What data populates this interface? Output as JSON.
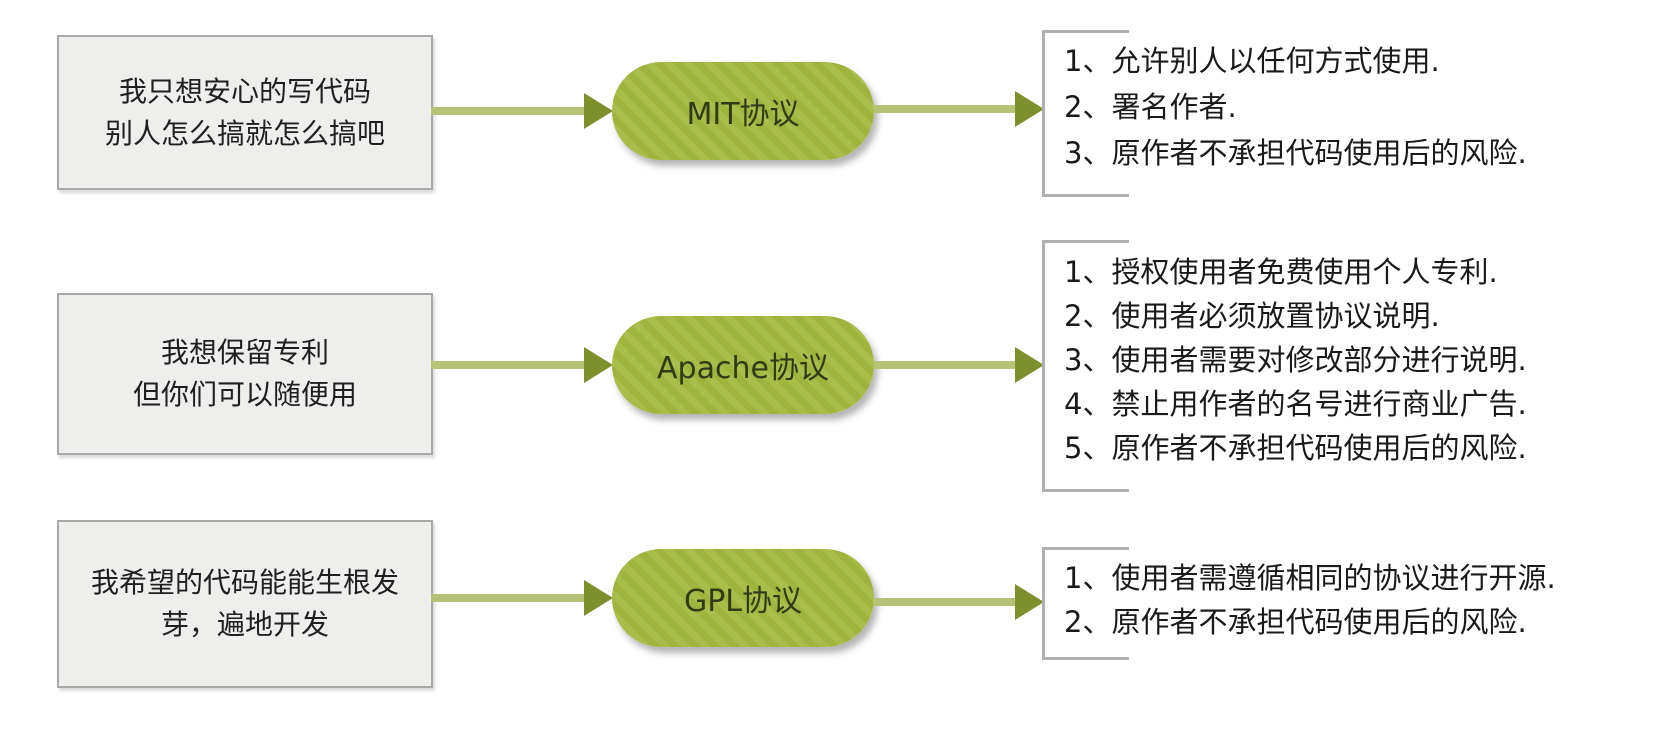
{
  "theme": {
    "pill_green": "#9fb43c",
    "pill_stripe": "#a9bd4a",
    "pill_text": "#323a18",
    "arrow_line": "#b6c377",
    "arrow_head": "#7d902b",
    "box_fill": "#eeeeec",
    "box_border": "#a8a8a6",
    "bracket_gray": "#b2b0ae",
    "text_dark": "#1f1f1f"
  },
  "rows": [
    {
      "id": "mit",
      "need": "我只想安心的写代码\n别人怎么搞就怎么搞吧",
      "license": "MIT协议",
      "points": [
        "1、允许别人以任何方式使用.",
        "2、署名作者.",
        "3、原作者不承担代码使用后的风险."
      ]
    },
    {
      "id": "apache",
      "need": "我想保留专利\n但你们可以随便用",
      "license": "Apache协议",
      "points": [
        "1、授权使用者免费使用个人专利.",
        "2、使用者必须放置协议说明.",
        "3、使用者需要对修改部分进行说明.",
        "4、禁止用作者的名号进行商业广告.",
        "5、原作者不承担代码使用后的风险."
      ]
    },
    {
      "id": "gpl",
      "need": "我希望的代码能能生根发\n芽，遍地开发",
      "license": "GPL协议",
      "points": [
        "1、使用者需遵循相同的协议进行开源.",
        "2、原作者不承担代码使用后的风险."
      ]
    }
  ]
}
